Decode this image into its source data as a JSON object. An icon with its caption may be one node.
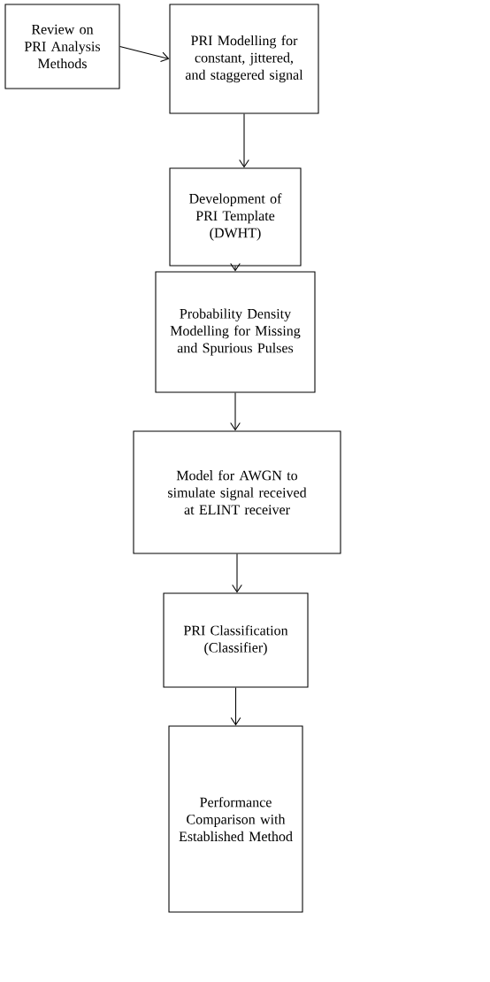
{
  "diagram": {
    "nodes": [
      {
        "text": [
          "Review on PRI Analysis Methods"
        ]
      },
      {
        "text": [
          "PRI Modelling for constant, jittered, and staggered signal"
        ]
      },
      {
        "text": [
          "Development of PRI Template (DWHT)"
        ]
      },
      {
        "text": [
          "Probability Density Modelling for Missing and Spurious Pulses"
        ]
      },
      {
        "text": [
          "Model for AWGN to simulate signal received at ELINT receiver"
        ]
      },
      {
        "text": [
          "PRI Classification (Classifier)"
        ]
      },
      {
        "text": [
          "Performance Comparison with Established Method"
        ]
      }
    ],
    "edges": [
      {
        "from": 0,
        "to": 1,
        "arrow": "to"
      },
      {
        "from": 1,
        "to": 2,
        "arrow": "to"
      },
      {
        "from": 2,
        "to": 3,
        "arrow": "to"
      },
      {
        "from": 3,
        "to": 4,
        "arrow": "to"
      },
      {
        "from": 4,
        "to": 5,
        "arrow": "to"
      },
      {
        "from": 5,
        "to": 6,
        "arrow": "to"
      }
    ]
  }
}
